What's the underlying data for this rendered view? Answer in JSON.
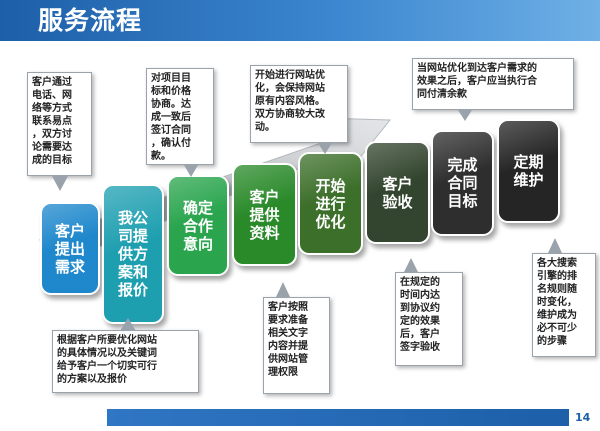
{
  "header": {
    "title": "服务流程"
  },
  "footer": {
    "page_number": "14"
  },
  "steps": [
    {
      "label": "客户\n提出\n需求",
      "color": "#1f88cc"
    },
    {
      "label": "我公\n司提\n供方\n案和\n报价",
      "color": "#1e9fb0"
    },
    {
      "label": "确定\n合作\n意向",
      "color": "#2aa54e"
    },
    {
      "label": "客户\n提供\n资料",
      "color": "#2a8a2a"
    },
    {
      "label": "开始\n进行\n优化",
      "color": "#3c6f2a"
    },
    {
      "label": "客户\n验收",
      "color": "#33452e"
    },
    {
      "label": "完成\n合同\n目标",
      "color": "#2e2e2e"
    },
    {
      "label": "定期\n维护",
      "color": "#252525"
    }
  ],
  "notes": {
    "step1": "客户通过\n电话、网\n络等方式\n联系易点\n，双方讨\n论需要达\n成的目标",
    "step2": "根据客户所要优化网站\n的具体情况以及关键词\n给予客户一个切实可行\n的方案以及报价",
    "step3": "对项目目\n标和价格\n协商。达\n成一致后\n签订合同\n，确认付\n款。",
    "step4": "客户按照\n要求准备\n相关文字\n内容并提\n供网站管\n理权限",
    "step5": "开始进行网站优\n化，会保持网站\n原有内容风格。\n双方协商较大改\n动。",
    "step6": "在规定的\n时间内达\n到协议约\n定的效果\n后，客户\n签字验收",
    "step7": "当网站优化到达客户需求的\n效果之后，客户应当执行合\n同付清余款",
    "step8": "各大搜索\n引擎的排\n名规则随\n时变化，\n维护成为\n必不可少\n的步骤"
  }
}
